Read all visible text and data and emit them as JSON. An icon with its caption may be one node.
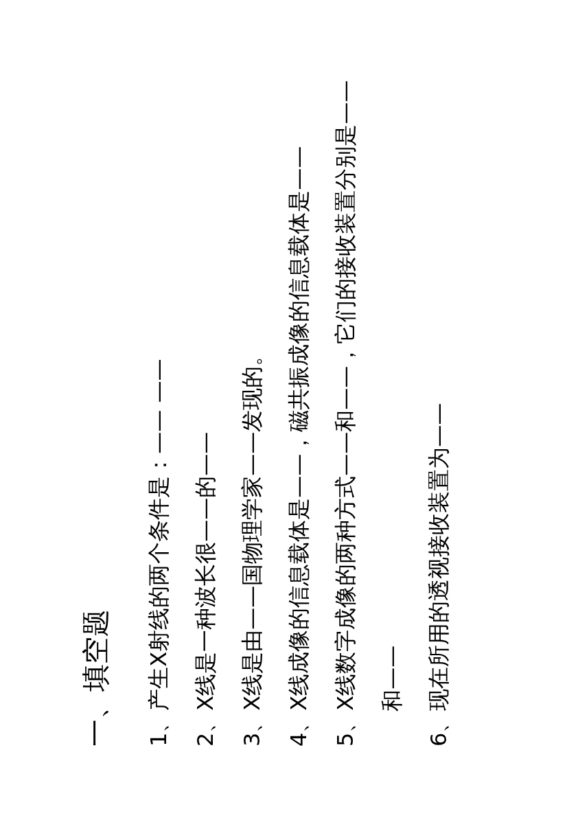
{
  "diagram": {
    "title": "一、填空题",
    "labels": [
      "1、产生X射线的两个条件是：—— ——",
      "2、X线是一种波长很——的——",
      "3、X线是由——国物理学家——发现的。",
      "4、X线成像的信息载体是——，磁共振成像的信息载体是——",
      "5、X线数字成像的两种方式——和——，它们的接收装置分别是——和——",
      "6、现在所用的透视接收装置为——"
    ]
  }
}
